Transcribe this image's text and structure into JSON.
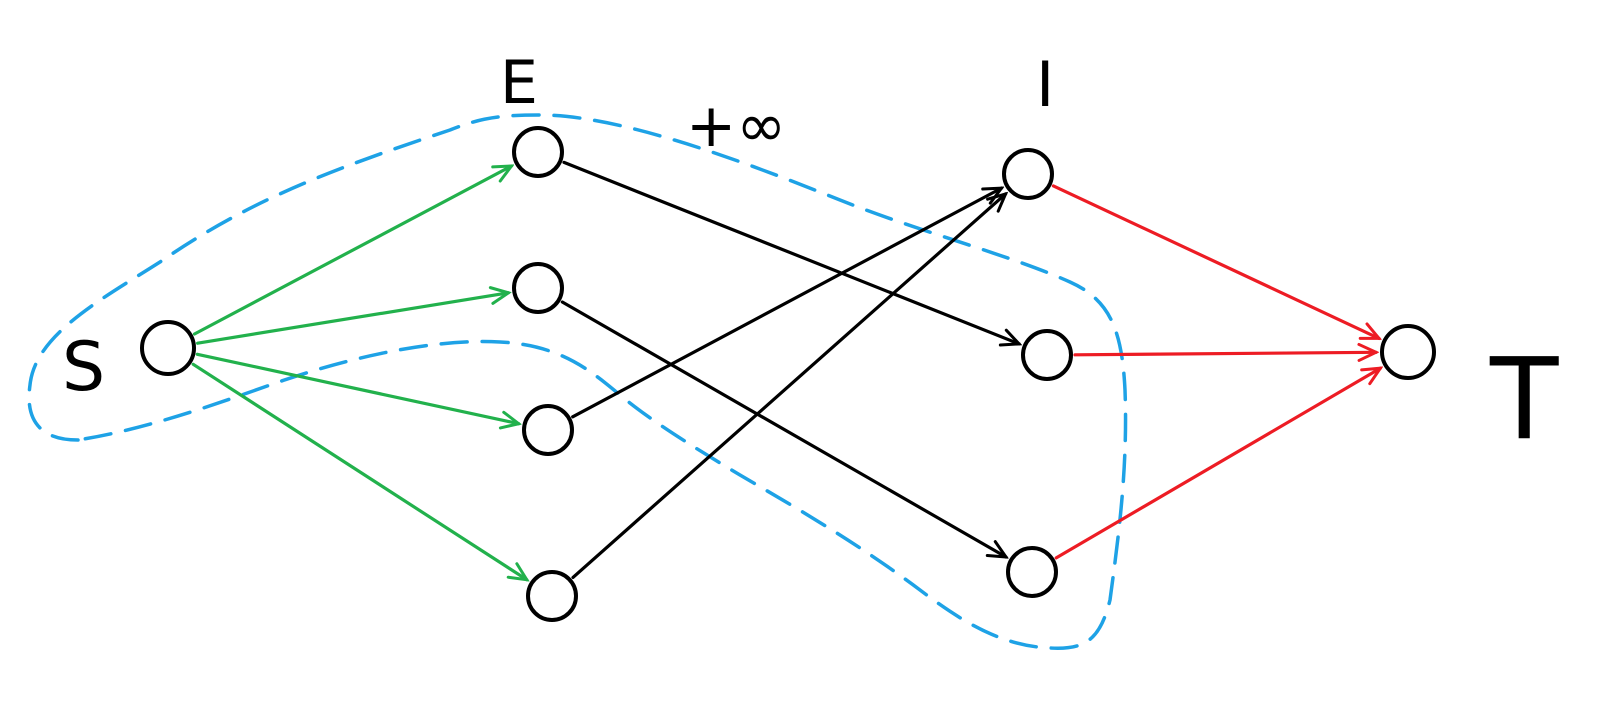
{
  "colors": {
    "background": "#ffffff",
    "node": "#000000",
    "source_edge": "#22b14c",
    "middle_edge": "#000000",
    "sink_edge": "#ed1c24",
    "cut": "#1ea2e6"
  },
  "labels": {
    "source": "S",
    "sink": "T",
    "group_e": "E",
    "group_i": "I",
    "capacity": "+∞"
  },
  "nodes": [
    {
      "id": "s",
      "group": "source"
    },
    {
      "id": "e1",
      "group": "E"
    },
    {
      "id": "e2",
      "group": "E"
    },
    {
      "id": "e3",
      "group": "E"
    },
    {
      "id": "e4",
      "group": "E"
    },
    {
      "id": "i1",
      "group": "I"
    },
    {
      "id": "i2",
      "group": "I"
    },
    {
      "id": "i3",
      "group": "I"
    },
    {
      "id": "t",
      "group": "sink"
    }
  ],
  "edges": [
    {
      "from": "s",
      "to": "e1",
      "kind": "source_edge"
    },
    {
      "from": "s",
      "to": "e2",
      "kind": "source_edge"
    },
    {
      "from": "s",
      "to": "e3",
      "kind": "source_edge"
    },
    {
      "from": "s",
      "to": "e4",
      "kind": "source_edge"
    },
    {
      "from": "e1",
      "to": "i2",
      "kind": "middle_edge"
    },
    {
      "from": "e2",
      "to": "i3",
      "kind": "middle_edge"
    },
    {
      "from": "e3",
      "to": "i1",
      "kind": "middle_edge"
    },
    {
      "from": "e4",
      "to": "i1",
      "kind": "middle_edge"
    },
    {
      "from": "i1",
      "to": "t",
      "kind": "sink_edge"
    },
    {
      "from": "i2",
      "to": "t",
      "kind": "sink_edge"
    },
    {
      "from": "i3",
      "to": "t",
      "kind": "sink_edge"
    }
  ]
}
